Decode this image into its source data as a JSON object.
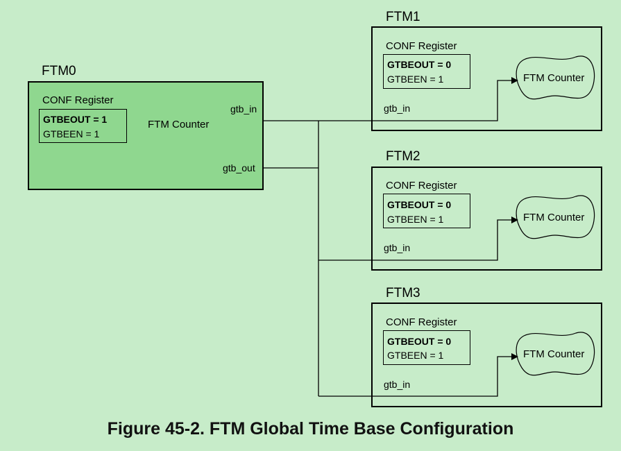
{
  "modules": {
    "ftm0": {
      "title": "FTM0",
      "conf_title": "CONF Register",
      "gtbeout": "GTBEOUT = 1",
      "gtbeen": "GTBEEN = 1",
      "counter": "FTM Counter",
      "gtb_in": "gtb_in",
      "gtb_out": "gtb_out"
    },
    "ftm1": {
      "title": "FTM1",
      "conf_title": "CONF Register",
      "gtbeout": "GTBEOUT = 0",
      "gtbeen": "GTBEEN = 1",
      "counter": "FTM Counter",
      "gtb_in": "gtb_in"
    },
    "ftm2": {
      "title": "FTM2",
      "conf_title": "CONF Register",
      "gtbeout": "GTBEOUT = 0",
      "gtbeen": "GTBEEN = 1",
      "counter": "FTM Counter",
      "gtb_in": "gtb_in"
    },
    "ftm3": {
      "title": "FTM3",
      "conf_title": "CONF Register",
      "gtbeout": "GTBEOUT = 0",
      "gtbeen": "GTBEEN = 1",
      "counter": "FTM Counter",
      "gtb_in": "gtb_in"
    }
  },
  "caption": "Figure 45-2. FTM Global Time Base Configuration",
  "colors": {
    "background": "#c7ecc9",
    "master_fill": "#8fd78f",
    "line": "#000000"
  }
}
